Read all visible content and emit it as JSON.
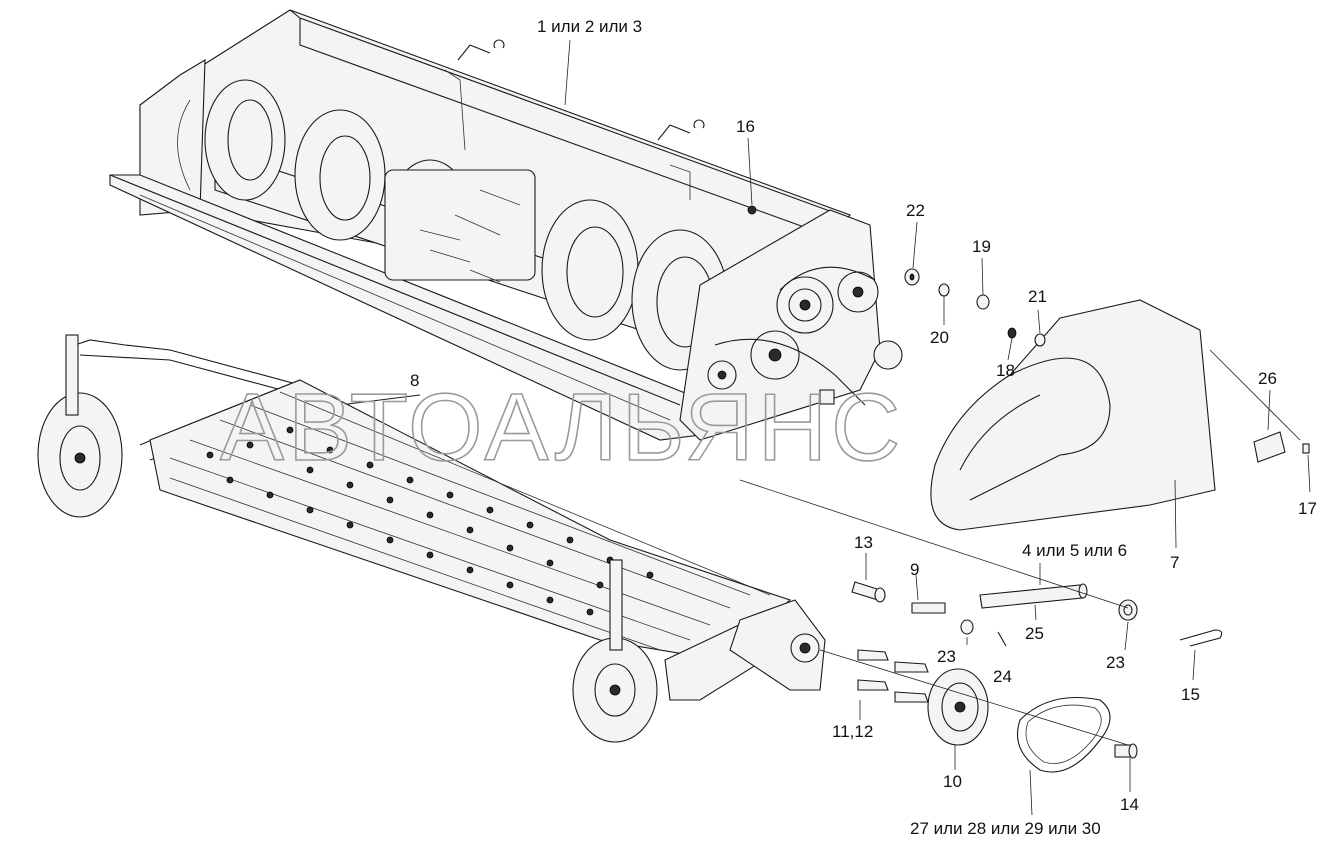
{
  "watermark": "АВТОАЛЬЯНС",
  "callouts": {
    "c1": "1 или 2 или 3",
    "c16": "16",
    "c22": "22",
    "c19": "19",
    "c21": "21",
    "c20": "20",
    "c18": "18",
    "c8": "8",
    "c26": "26",
    "c17": "17",
    "c7": "7",
    "c13": "13",
    "c9": "9",
    "c4": "4 или 5 или 6",
    "c25": "25",
    "c23a": "23",
    "c23b": "23",
    "c24": "24",
    "c15": "15",
    "c11": "11,12",
    "c10": "10",
    "c14": "14",
    "c27": "27 или 28 или 29 или 30"
  }
}
